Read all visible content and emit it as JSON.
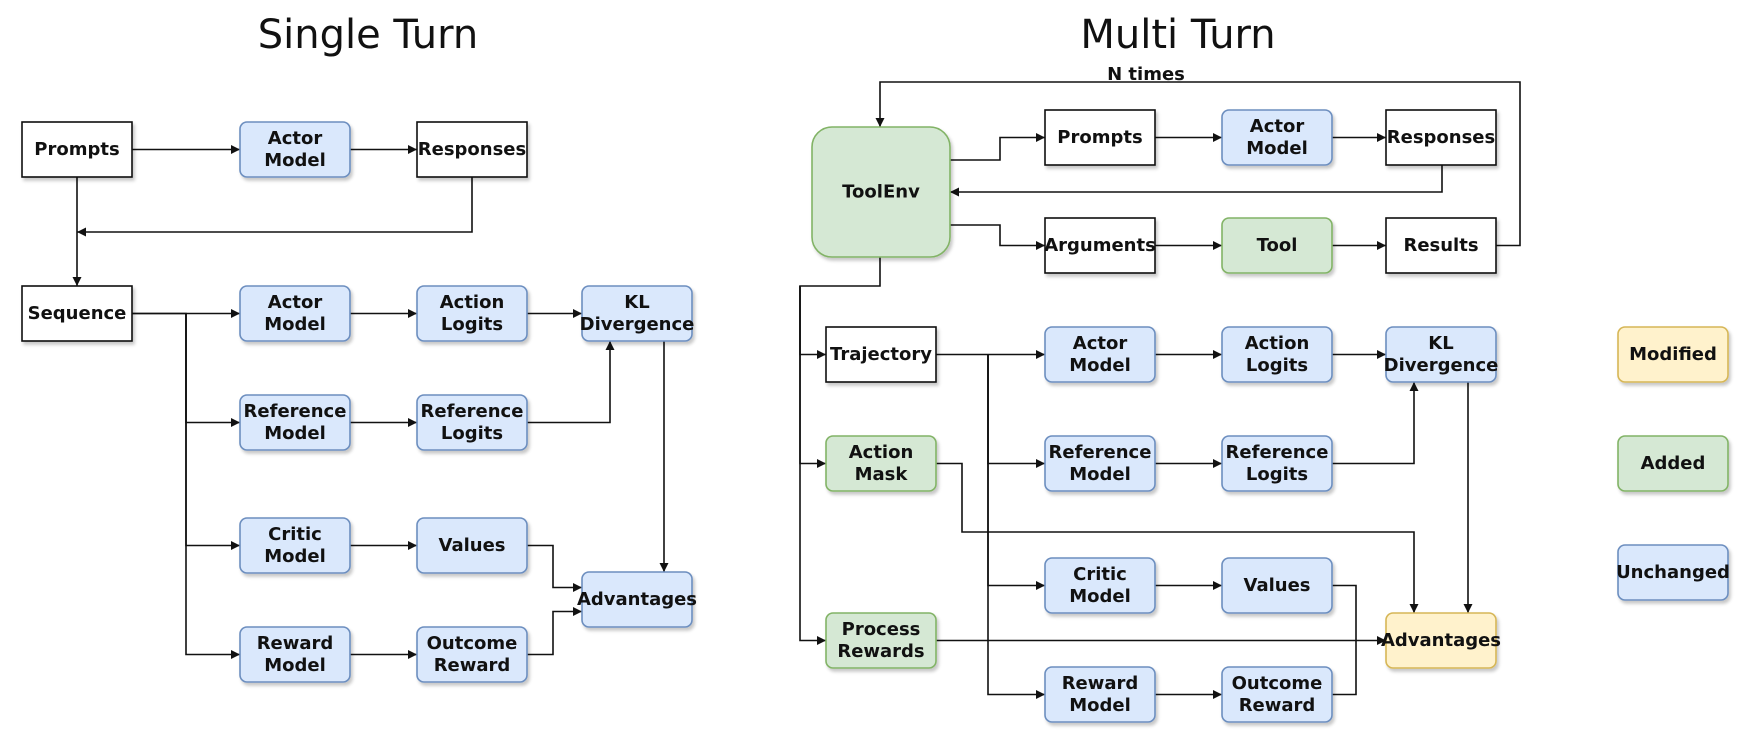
{
  "titles": {
    "single": "Single Turn",
    "multi": "Multi Turn"
  },
  "edge_labels": {
    "n_times": "N times"
  },
  "colors": {
    "modified": {
      "fill": "#fff2cc",
      "stroke": "#d6b656"
    },
    "added": {
      "fill": "#d5e8d4",
      "stroke": "#82b366"
    },
    "unchanged": {
      "fill": "#dae8fc",
      "stroke": "#6c8ebf"
    },
    "plain": {
      "fill": "#ffffff",
      "stroke": "#111111"
    }
  },
  "nodes": [
    {
      "id": "st-prompts",
      "lines": [
        "Prompts"
      ],
      "kind": "plain"
    },
    {
      "id": "st-actor-model",
      "lines": [
        "Actor",
        "Model"
      ],
      "kind": "unchanged"
    },
    {
      "id": "st-responses",
      "lines": [
        "Responses"
      ],
      "kind": "plain"
    },
    {
      "id": "st-sequence",
      "lines": [
        "Sequence"
      ],
      "kind": "plain"
    },
    {
      "id": "st-actor-model-2",
      "lines": [
        "Actor",
        "Model"
      ],
      "kind": "unchanged"
    },
    {
      "id": "st-action-logits",
      "lines": [
        "Action",
        "Logits"
      ],
      "kind": "unchanged"
    },
    {
      "id": "st-kl-divergence",
      "lines": [
        "KL",
        "Divergence"
      ],
      "kind": "unchanged"
    },
    {
      "id": "st-reference-model",
      "lines": [
        "Reference",
        "Model"
      ],
      "kind": "unchanged"
    },
    {
      "id": "st-reference-logits",
      "lines": [
        "Reference",
        "Logits"
      ],
      "kind": "unchanged"
    },
    {
      "id": "st-critic-model",
      "lines": [
        "Critic",
        "Model"
      ],
      "kind": "unchanged"
    },
    {
      "id": "st-values",
      "lines": [
        "Values"
      ],
      "kind": "unchanged"
    },
    {
      "id": "st-advantages",
      "lines": [
        "Advantages"
      ],
      "kind": "unchanged"
    },
    {
      "id": "st-reward-model",
      "lines": [
        "Reward",
        "Model"
      ],
      "kind": "unchanged"
    },
    {
      "id": "st-outcome-reward",
      "lines": [
        "Outcome",
        "Reward"
      ],
      "kind": "unchanged"
    },
    {
      "id": "mt-toolenv",
      "lines": [
        "ToolEnv"
      ],
      "kind": "added"
    },
    {
      "id": "mt-prompts",
      "lines": [
        "Prompts"
      ],
      "kind": "plain"
    },
    {
      "id": "mt-actor-model",
      "lines": [
        "Actor",
        "Model"
      ],
      "kind": "unchanged"
    },
    {
      "id": "mt-responses",
      "lines": [
        "Responses"
      ],
      "kind": "plain"
    },
    {
      "id": "mt-arguments",
      "lines": [
        "Arguments"
      ],
      "kind": "plain"
    },
    {
      "id": "mt-tool",
      "lines": [
        "Tool"
      ],
      "kind": "added"
    },
    {
      "id": "mt-results",
      "lines": [
        "Results"
      ],
      "kind": "plain"
    },
    {
      "id": "mt-trajectory",
      "lines": [
        "Trajectory"
      ],
      "kind": "plain"
    },
    {
      "id": "mt-actor-model-2",
      "lines": [
        "Actor",
        "Model"
      ],
      "kind": "unchanged"
    },
    {
      "id": "mt-action-logits",
      "lines": [
        "Action",
        "Logits"
      ],
      "kind": "unchanged"
    },
    {
      "id": "mt-kl-divergence",
      "lines": [
        "KL",
        "Divergence"
      ],
      "kind": "unchanged"
    },
    {
      "id": "mt-action-mask",
      "lines": [
        "Action",
        "Mask"
      ],
      "kind": "added"
    },
    {
      "id": "mt-reference-model",
      "lines": [
        "Reference",
        "Model"
      ],
      "kind": "unchanged"
    },
    {
      "id": "mt-reference-logits",
      "lines": [
        "Reference",
        "Logits"
      ],
      "kind": "unchanged"
    },
    {
      "id": "mt-critic-model",
      "lines": [
        "Critic",
        "Model"
      ],
      "kind": "unchanged"
    },
    {
      "id": "mt-values",
      "lines": [
        "Values"
      ],
      "kind": "unchanged"
    },
    {
      "id": "mt-process-rewards",
      "lines": [
        "Process",
        "Rewards"
      ],
      "kind": "added"
    },
    {
      "id": "mt-advantages",
      "lines": [
        "Advantages"
      ],
      "kind": "modified"
    },
    {
      "id": "mt-reward-model",
      "lines": [
        "Reward",
        "Model"
      ],
      "kind": "unchanged"
    },
    {
      "id": "mt-outcome-reward",
      "lines": [
        "Outcome",
        "Reward"
      ],
      "kind": "unchanged"
    },
    {
      "id": "legend-modified",
      "lines": [
        "Modified"
      ],
      "kind": "modified"
    },
    {
      "id": "legend-added",
      "lines": [
        "Added"
      ],
      "kind": "added"
    },
    {
      "id": "legend-unchanged",
      "lines": [
        "Unchanged"
      ],
      "kind": "unchanged"
    }
  ],
  "edges": [
    {
      "from": "st-prompts",
      "to": "st-actor-model"
    },
    {
      "from": "st-actor-model",
      "to": "st-responses"
    },
    {
      "from": "st-prompts",
      "to": "st-sequence"
    },
    {
      "from": "st-responses",
      "to": "st-sequence"
    },
    {
      "from": "st-sequence",
      "to": "st-actor-model-2"
    },
    {
      "from": "st-sequence",
      "to": "st-reference-model"
    },
    {
      "from": "st-sequence",
      "to": "st-critic-model"
    },
    {
      "from": "st-sequence",
      "to": "st-reward-model"
    },
    {
      "from": "st-actor-model-2",
      "to": "st-action-logits"
    },
    {
      "from": "st-action-logits",
      "to": "st-kl-divergence"
    },
    {
      "from": "st-reference-model",
      "to": "st-reference-logits"
    },
    {
      "from": "st-reference-logits",
      "to": "st-kl-divergence"
    },
    {
      "from": "st-kl-divergence",
      "to": "st-advantages"
    },
    {
      "from": "st-critic-model",
      "to": "st-values"
    },
    {
      "from": "st-values",
      "to": "st-advantages"
    },
    {
      "from": "st-reward-model",
      "to": "st-outcome-reward"
    },
    {
      "from": "st-outcome-reward",
      "to": "st-advantages"
    },
    {
      "from": "mt-toolenv",
      "to": "mt-prompts"
    },
    {
      "from": "mt-prompts",
      "to": "mt-actor-model"
    },
    {
      "from": "mt-actor-model",
      "to": "mt-responses"
    },
    {
      "from": "mt-responses",
      "to": "mt-toolenv"
    },
    {
      "from": "mt-toolenv",
      "to": "mt-arguments"
    },
    {
      "from": "mt-arguments",
      "to": "mt-tool"
    },
    {
      "from": "mt-tool",
      "to": "mt-results"
    },
    {
      "from": "mt-results",
      "to": "mt-toolenv",
      "label": "N times"
    },
    {
      "from": "mt-toolenv",
      "to": "mt-trajectory"
    },
    {
      "from": "mt-toolenv",
      "to": "mt-action-mask"
    },
    {
      "from": "mt-toolenv",
      "to": "mt-process-rewards"
    },
    {
      "from": "mt-trajectory",
      "to": "mt-actor-model-2"
    },
    {
      "from": "mt-trajectory",
      "to": "mt-reference-model"
    },
    {
      "from": "mt-trajectory",
      "to": "mt-critic-model"
    },
    {
      "from": "mt-trajectory",
      "to": "mt-reward-model"
    },
    {
      "from": "mt-actor-model-2",
      "to": "mt-action-logits"
    },
    {
      "from": "mt-action-logits",
      "to": "mt-kl-divergence"
    },
    {
      "from": "mt-reference-model",
      "to": "mt-reference-logits"
    },
    {
      "from": "mt-reference-logits",
      "to": "mt-kl-divergence"
    },
    {
      "from": "mt-kl-divergence",
      "to": "mt-advantages"
    },
    {
      "from": "mt-action-mask",
      "to": "mt-advantages"
    },
    {
      "from": "mt-process-rewards",
      "to": "mt-advantages"
    },
    {
      "from": "mt-critic-model",
      "to": "mt-values"
    },
    {
      "from": "mt-values",
      "to": "mt-advantages"
    },
    {
      "from": "mt-reward-model",
      "to": "mt-outcome-reward"
    },
    {
      "from": "mt-outcome-reward",
      "to": "mt-advantages"
    }
  ]
}
